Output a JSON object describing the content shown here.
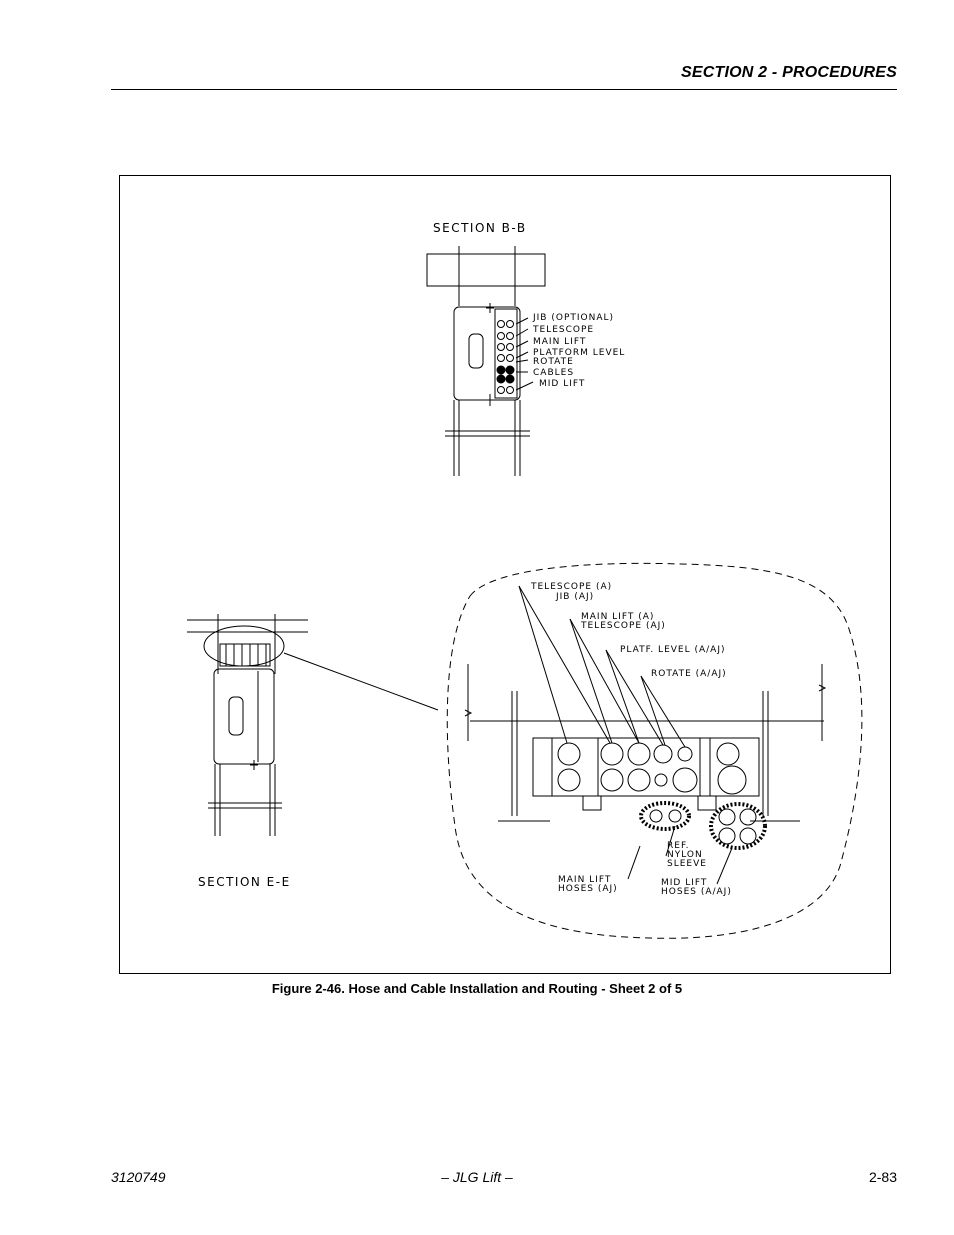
{
  "header": {
    "section_title": "SECTION 2 - PROCEDURES"
  },
  "figure": {
    "caption": "Figure 2-46.  Hose and Cable Installation and Routing - Sheet 2 of 5",
    "section_bb": {
      "title": "SECTION B-B",
      "labels": [
        "JIB (OPTIONAL)",
        "TELESCOPE",
        "MAIN LIFT",
        "PLATFORM LEVEL",
        "ROTATE",
        "CABLES",
        "MID LIFT"
      ]
    },
    "section_ee": {
      "title": "SECTION E-E"
    },
    "detail": {
      "telescope_a": "TELESCOPE  (A)",
      "jib_aj": "JIB   (AJ)",
      "main_lift_a": "MAIN LIFT (A)",
      "telescope_aj": "TELESCOPE (AJ)",
      "platf_level": "PLATF. LEVEL (A/AJ)",
      "rotate": "ROTATE (A/AJ)",
      "ref": "REF.",
      "nylon": "NYLON",
      "sleeve": "SLEEVE",
      "main_lift_hoses_1": "MAIN LIFT",
      "main_lift_hoses_2": "HOSES (AJ)",
      "mid_lift_hoses_1": "MID LIFT",
      "mid_lift_hoses_2": "HOSES (A/AJ)"
    }
  },
  "footer": {
    "doc_number": "3120749",
    "publisher": "– JLG Lift –",
    "page_number": "2-83"
  }
}
